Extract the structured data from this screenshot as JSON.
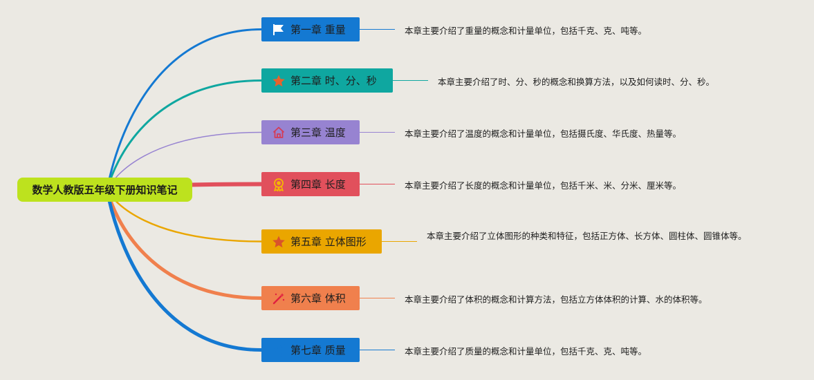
{
  "root": {
    "title": "数学人教版五年级下册知识笔记"
  },
  "chapters": [
    {
      "title": "第一章 重量",
      "icon": "flag-icon",
      "color": "#1479d2",
      "description": "本章主要介绍了重量的概念和计量单位，包括千克、克、吨等。"
    },
    {
      "title": "第二章 时、分、秒",
      "icon": "star-icon",
      "color": "#0fa7a0",
      "description": "本章主要介绍了时、分、秒的概念和换算方法，以及如何读时、分、秒。"
    },
    {
      "title": "第三章 温度",
      "icon": "home-icon",
      "color": "#9783d1",
      "description": "本章主要介绍了温度的概念和计量单位，包括摄氏度、华氏度、热量等。"
    },
    {
      "title": "第四章 长度",
      "icon": "award-icon",
      "color": "#e1505c",
      "description": "本章主要介绍了长度的概念和计量单位，包括千米、米、分米、厘米等。"
    },
    {
      "title": "第五章 立体图形",
      "icon": "star-icon",
      "color": "#eaa600",
      "description": "本章主要介绍了立体图形的种类和特征，包括正方体、长方体、圆柱体、圆锥体等。"
    },
    {
      "title": "第六章 体积",
      "icon": "magic-wand-icon",
      "color": "#f0804d",
      "description": "本章主要介绍了体积的概念和计算方法，包括立方体体积的计算、水的体积等。"
    },
    {
      "title": "第七章 质量",
      "icon": "paper-plane-icon",
      "color": "#1479d2",
      "description": "本章主要介绍了质量的概念和计量单位，包括千克、克、吨等。"
    }
  ]
}
